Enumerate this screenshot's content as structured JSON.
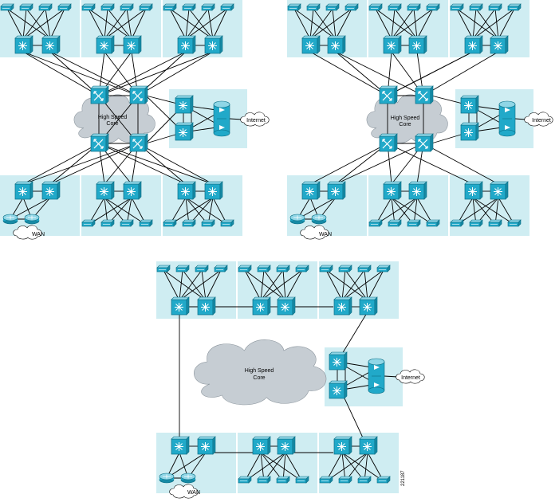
{
  "diagrams": [
    {
      "id": "left",
      "core_label_line1": "High Speed",
      "core_label_line2": "Core",
      "internet_label": "Internet",
      "wan_label": "WAN"
    },
    {
      "id": "right",
      "core_label_line1": "High Speed",
      "core_label_line2": "Core",
      "internet_label": "Internet",
      "wan_label": "WAN"
    },
    {
      "id": "bottom",
      "core_label_line1": "High Speed",
      "core_label_line2": "Core",
      "internet_label": "Internet",
      "wan_label": "WAN"
    }
  ],
  "figure_id": "221187",
  "colors": {
    "block_bg": "#cfedf2",
    "device": "#21a9c9",
    "device_edge": "#0b6f86",
    "cloud": "#c6cdd3",
    "line": "#000000"
  }
}
